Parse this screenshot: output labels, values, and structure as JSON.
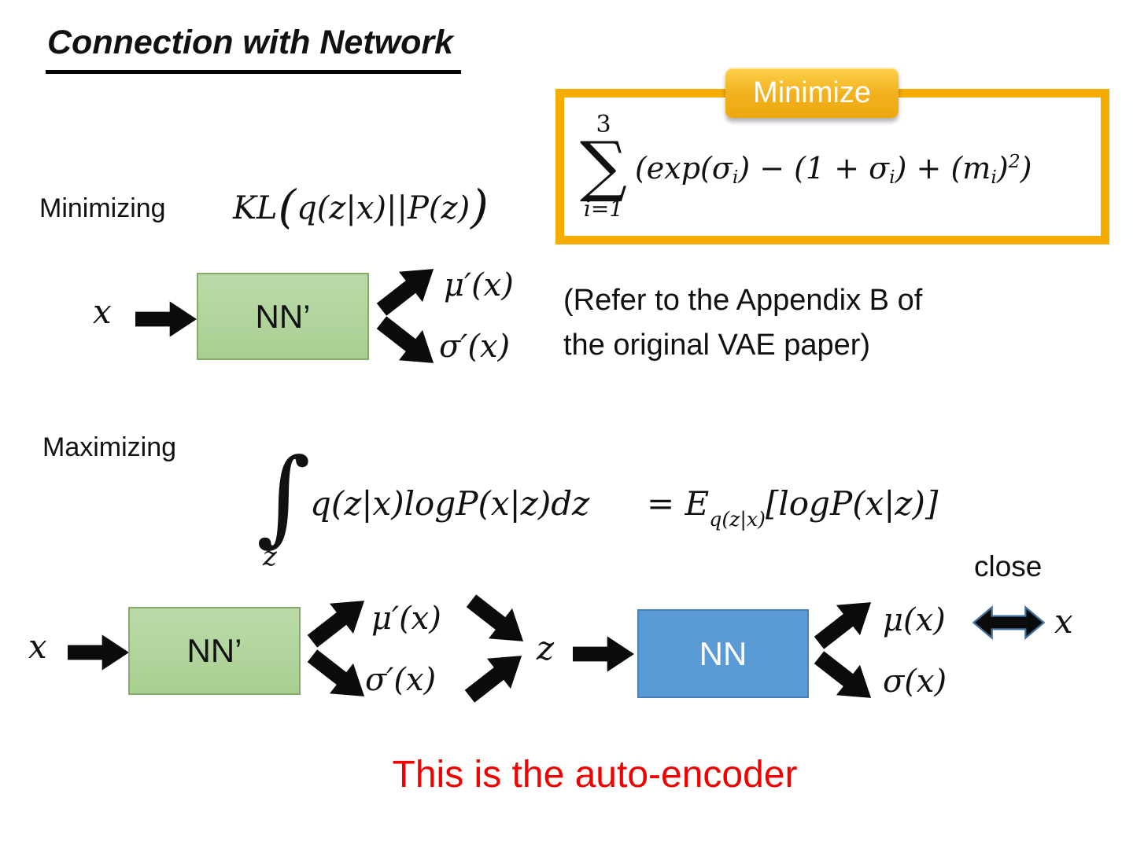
{
  "slide": {
    "title": "Connection with Network"
  },
  "sum": {
    "badge": "Minimize",
    "upper": "3",
    "sigma": "∑",
    "lower": "i=1",
    "p1": "(exp(σ",
    "s1": "i",
    "p2": ") − (1 + σ",
    "s2": "i",
    "p3": ") + (m",
    "s3": "i",
    "p4": ")",
    "sup": "2",
    "p5": ")"
  },
  "kl": {
    "label": "Minimizing",
    "prefix": "KL",
    "lparen": "(",
    "body": "q(z|x)||P(z)",
    "rparen": ")"
  },
  "refer": {
    "line1": "(Refer to the Appendix B of",
    "line2": "the original VAE paper)"
  },
  "integral": {
    "label": "Maximizing",
    "int": "∫",
    "sub": "z",
    "body": "q(z|x)logP(x|z)dz",
    "eq_prefix": "= E",
    "e_sub": "q(z|x)",
    "rest": "[logP(x|z)]"
  },
  "diagram_top": {
    "input": "x",
    "box": "NN’",
    "out_mu": "μ′(x)",
    "out_sigma": "σ′(x)"
  },
  "diagram_bottom": {
    "input": "x",
    "encoder": "NN’",
    "mu": "μ′(x)",
    "sigma": "σ′(x)",
    "z": "z",
    "decoder": "NN",
    "mu_out": "μ(x)",
    "sigma_out": "σ(x)",
    "close": "close",
    "x_out": "x"
  },
  "footer": {
    "caption": "This is the auto-encoder"
  },
  "icons": {
    "arrow_right": "arrow-right-icon",
    "arrow_up_right": "arrow-up-right-icon",
    "arrow_down_right": "arrow-down-right-icon",
    "double_arrow": "double-headed-arrow-icon"
  },
  "colors": {
    "frame_gold": "#F5AB00",
    "badge_gold": "#F2B01E",
    "green_box_fill": "#AFD49A",
    "green_box_border": "#85AB6B",
    "blue_box_fill": "#5B9BD5",
    "blue_box_border": "#4A7EBB",
    "double_arrow_blue": "#6FA8DC",
    "red_caption": "#F20000",
    "arrow_black": "#0B0B0B"
  }
}
